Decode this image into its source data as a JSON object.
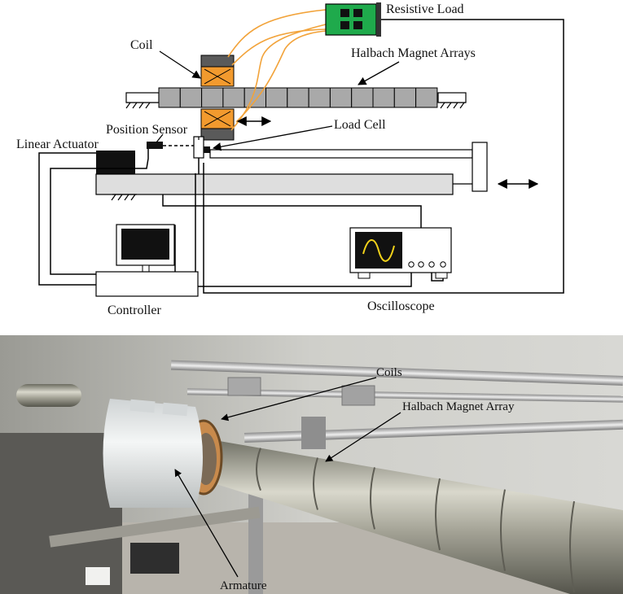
{
  "schematic": {
    "labels": {
      "resistive_load": "Resistive Load",
      "coil": "Coil",
      "halbach_arrays": "Halbach Magnet Arrays",
      "position_sensor": "Position Sensor",
      "load_cell": "Load Cell",
      "linear_actuator": "Linear Actuator",
      "controller": "Controller",
      "oscilloscope": "Oscilloscope"
    },
    "colors": {
      "coil": "#f29a2e",
      "coil_cap": "#5a5a5a",
      "magnet": "#a9a9a9",
      "load_board": "#1faa4c",
      "lead_wire": "#f2a33a",
      "actuator": "#111111",
      "scope_trace": "#f2d21a"
    }
  },
  "photo": {
    "labels": {
      "coils": "Coils",
      "halbach_array": "Halbach Magnet Array",
      "armature": "Armature"
    }
  }
}
